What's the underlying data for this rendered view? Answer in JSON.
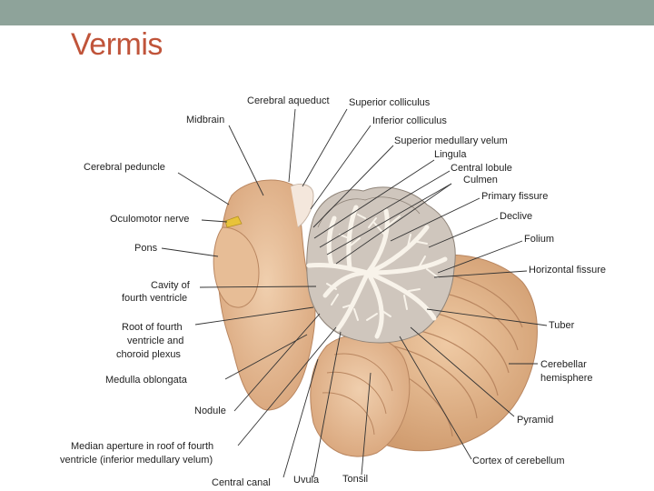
{
  "slide": {
    "title": "Vermis",
    "colors": {
      "band": "#8ea39a",
      "title": "#c0543a",
      "tissue": "#e3b892",
      "white_matter": "#f8f3ea",
      "grey_matter": "#cfc6bd"
    }
  },
  "labels": {
    "cerebral_aqueduct": "Cerebral aqueduct",
    "superior_colliculus": "Superior colliculus",
    "midbrain": "Midbrain",
    "inferior_colliculus": "Inferior colliculus",
    "superior_medullary_velum": "Superior medullary velum",
    "lingula": "Lingula",
    "cerebral_peduncle": "Cerebral peduncle",
    "central_lobule": "Central lobule",
    "culmen": "Culmen",
    "primary_fissure": "Primary fissure",
    "oculomotor_nerve": "Oculomotor nerve",
    "declive": "Declive",
    "pons": "Pons",
    "folium": "Folium",
    "horizontal_fissure": "Horizontal fissure",
    "cavity_line1": "Cavity of",
    "cavity_line2": "fourth ventricle",
    "root_line1": "Root of fourth",
    "root_line2": "ventricle and",
    "root_line3": "choroid plexus",
    "tuber": "Tuber",
    "medulla_oblongata": "Medulla oblongata",
    "cerebellar_line1": "Cerebellar",
    "cerebellar_line2": "hemisphere",
    "nodule": "Nodule",
    "pyramid": "Pyramid",
    "median_line1": "Median aperture in roof of fourth",
    "median_line2": "ventricle (inferior medullary velum)",
    "cortex_of_cerebellum": "Cortex of cerebellum",
    "central_canal": "Central canal",
    "uvula": "Uvula",
    "tonsil": "Tonsil"
  }
}
